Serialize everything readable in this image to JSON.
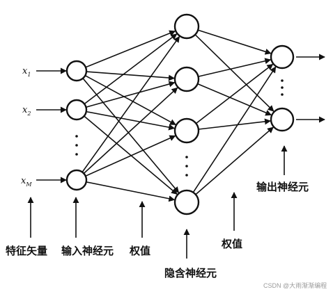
{
  "diagram": {
    "inputs": [
      {
        "var": "x",
        "sub": "1"
      },
      {
        "var": "x",
        "sub": "2"
      },
      {
        "var": "x",
        "sub": "M"
      }
    ],
    "labels": {
      "feature_vector": "特征矢量",
      "input_neuron": "输入神经元",
      "weight_1": "权值",
      "hidden_neuron": "隐含神经元",
      "weight_2": "权值",
      "output_neuron": "输出神经元"
    },
    "layers": {
      "input_count": 3,
      "hidden_count": 4,
      "output_count": 2
    },
    "colors": {
      "ink": "#111111",
      "background": "#ffffff",
      "watermark": "#9a9a9a"
    }
  },
  "watermark": "CSDN @大雨渐渐编程"
}
